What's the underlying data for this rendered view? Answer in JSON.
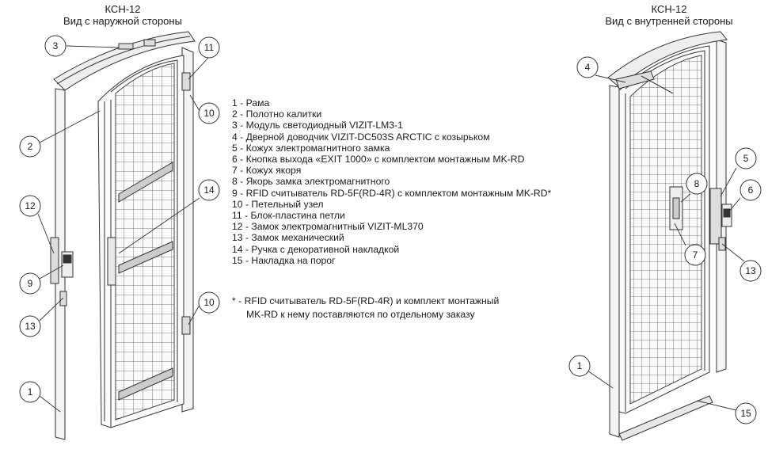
{
  "views": {
    "left": {
      "model": "КСН-12",
      "subtitle": "Вид с наружной стороны"
    },
    "right": {
      "model": "КСН-12",
      "subtitle": "Вид с внутренней стороны"
    }
  },
  "legend": [
    "1 - Рама",
    "2 - Полотно калитки",
    "3 - Модуль светодиодный VIZIT-LM3-1",
    "4 - Дверной доводчик VIZIT-DC503S ARCTIC с козырьком",
    "5 - Кожух электромагнитного замка",
    "6 - Кнопка выхода «EXIT 1000» с комплектом монтажным MK-RD",
    "7 - Кожух якоря",
    "8 - Якорь замка электромагнитного",
    "9 - RFID считыватель RD-5F(RD-4R) с комплектом монтажным MK-RD*",
    "10 - Петельный узел",
    "11 - Блок-пластина петли",
    "12 - Замок электромагнитный VIZIT-ML370",
    "13 - Замок механический",
    "14 - Ручка с декоративной накладкой",
    "15 - Накладка на порог"
  ],
  "footnote": {
    "line1": "* - RFID считыватель RD-5F(RD-4R) и комплект монтажный",
    "line2": "MK-RD к нему поставляются по отдельному заказу"
  },
  "callouts_left": [
    "3",
    "11",
    "10",
    "2",
    "12",
    "14",
    "9",
    "13",
    "10",
    "1"
  ],
  "callouts_right": [
    "4",
    "8",
    "5",
    "6",
    "7",
    "13",
    "1",
    "15"
  ]
}
